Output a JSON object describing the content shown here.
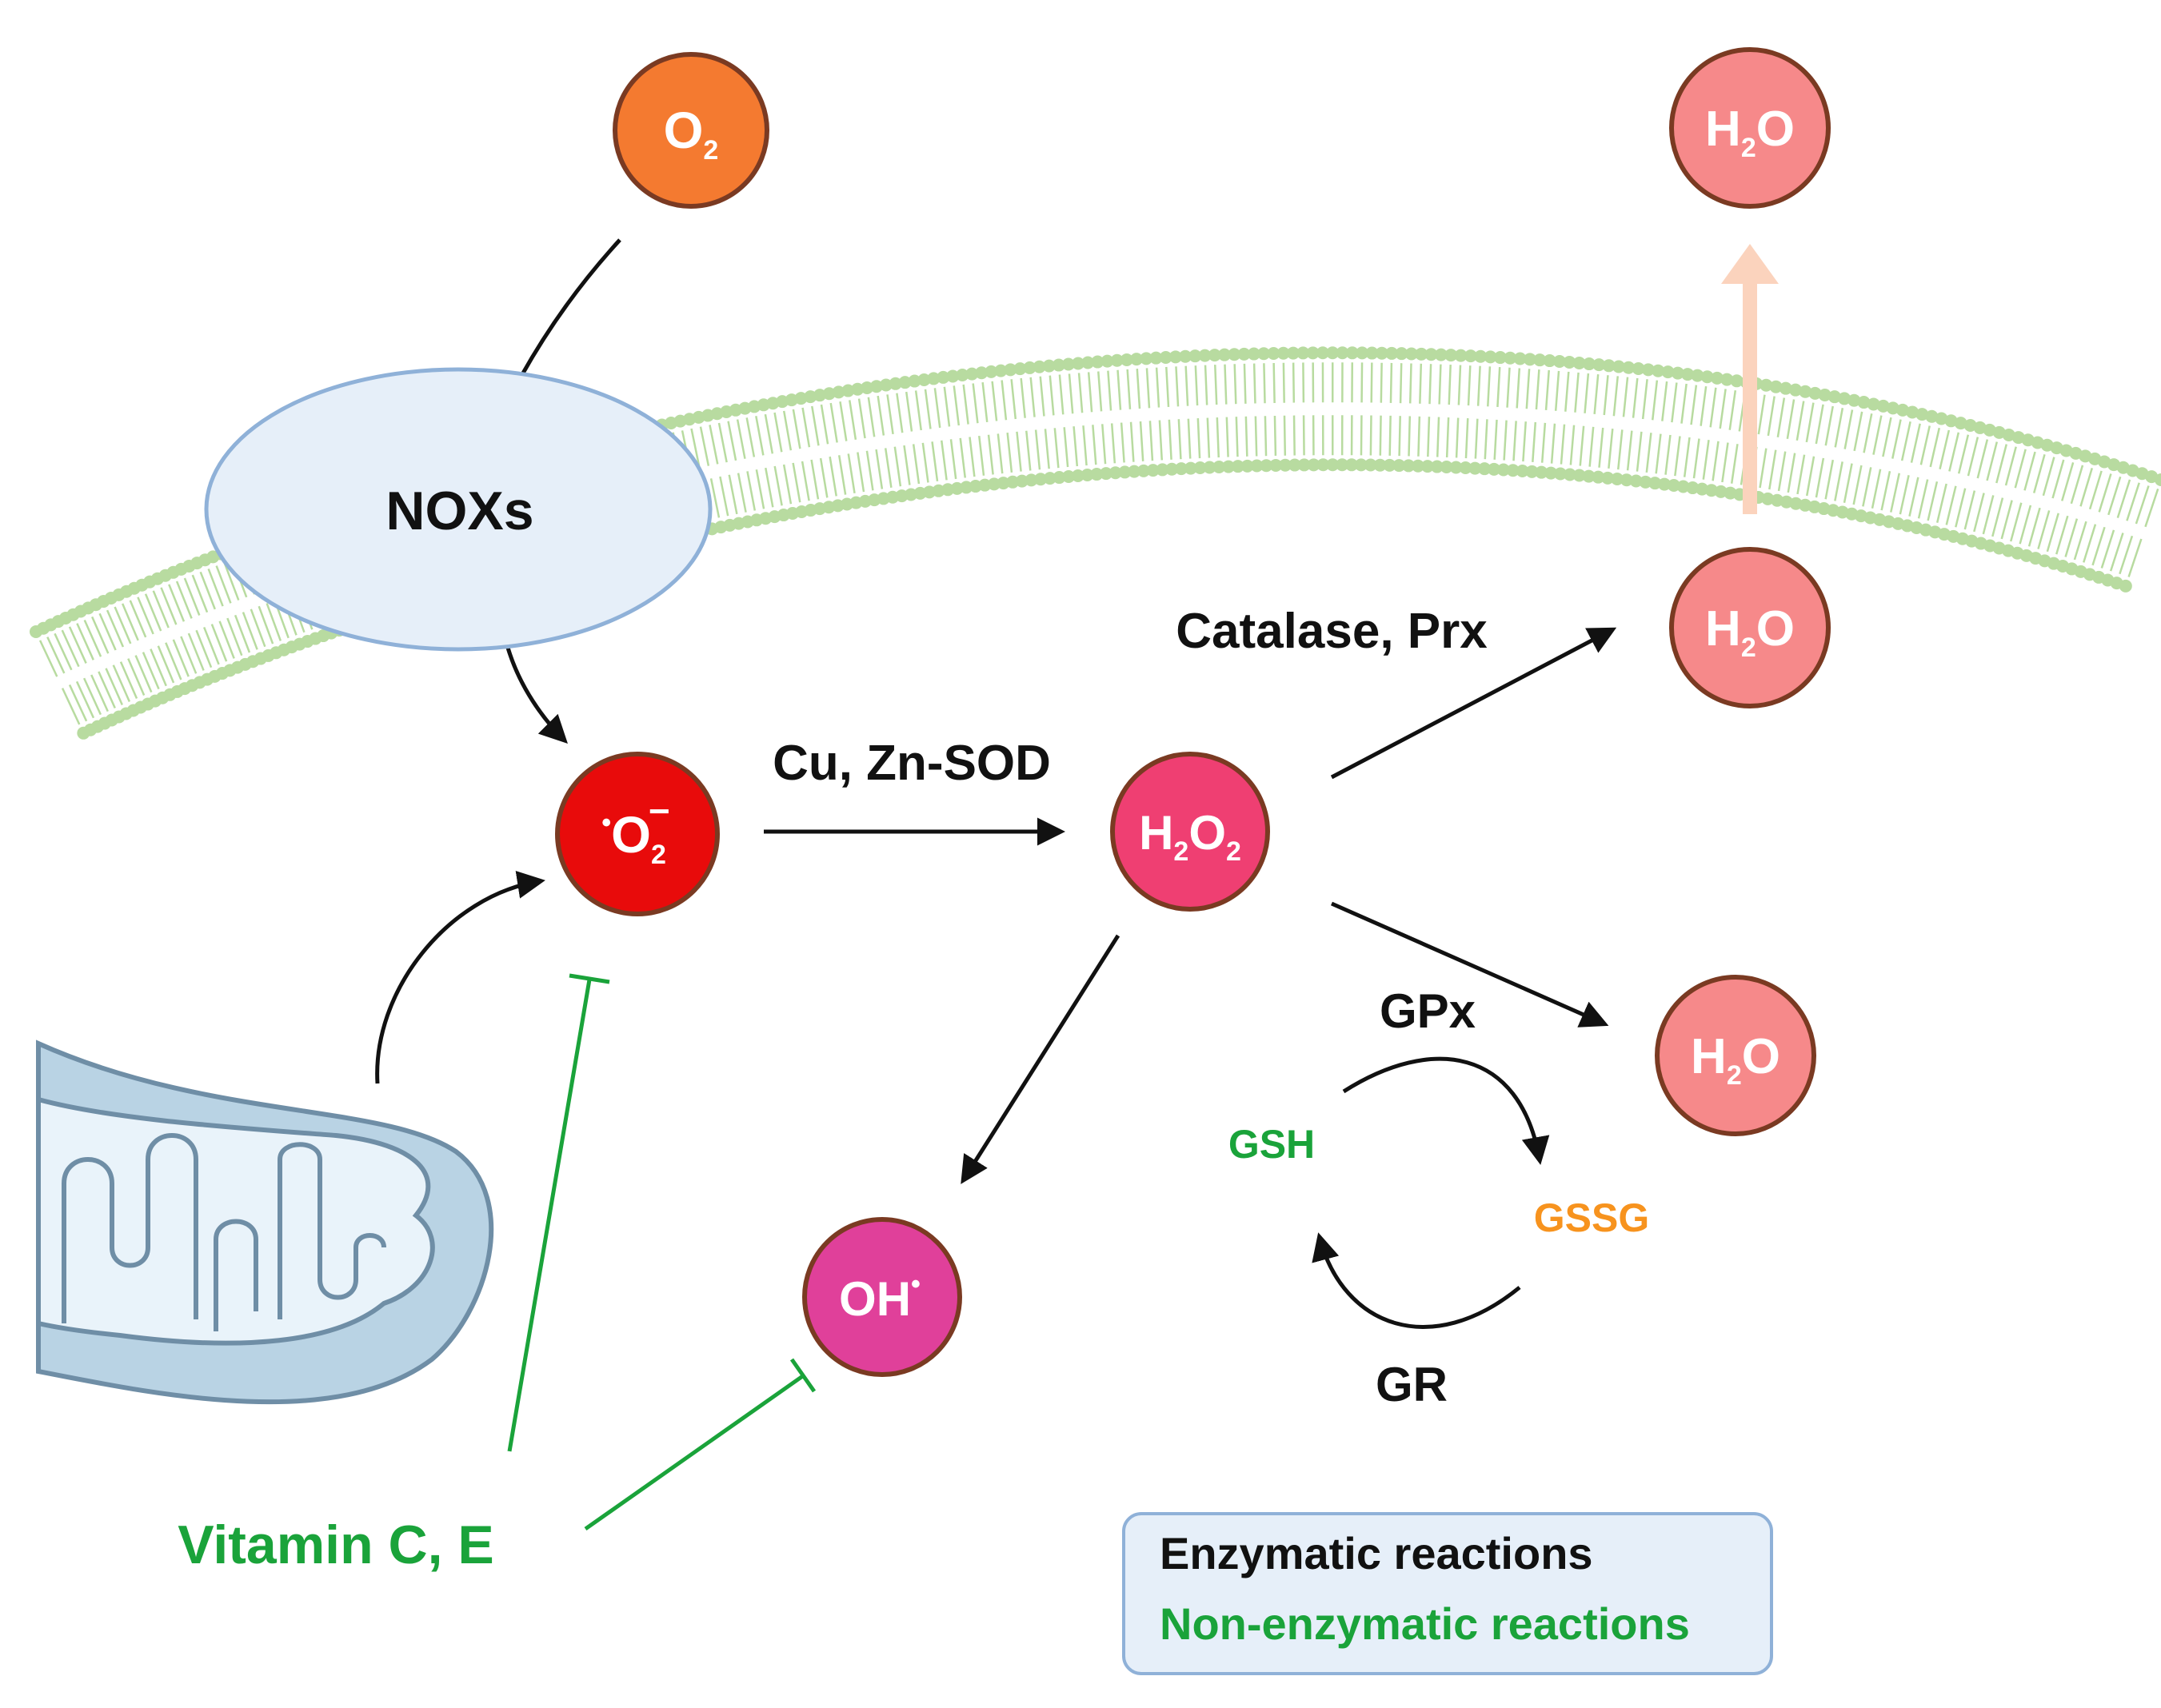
{
  "colors": {
    "enzymatic": "#111111",
    "non_enzymatic": "#1aa33a",
    "gssg": "#f7931e",
    "o2": "#f47a30",
    "superoxide": "#e80b0b",
    "h2o2": "#ef3f72",
    "h2o": "#f6898a",
    "hydroxyl": "#e0409a",
    "outline": "#7a3a22",
    "membrane": "#b8dba0",
    "nox_fill": "#e6eff9",
    "nox_stroke": "#8fb1d8",
    "mito_fill": "#b9d3e4",
    "mito_inner": "#e9f3fa",
    "mito_stroke": "#6f8ea6",
    "efflux_arrow": "#fbd3bd"
  },
  "molecules": {
    "o2": {
      "base": "O",
      "sub": "2"
    },
    "superoxide": {
      "dot": "•",
      "base": "O",
      "sub": "2",
      "sup": "−"
    },
    "h2o2": {
      "base1": "H",
      "sub1": "2",
      "base2": "O",
      "sub2": "2"
    },
    "h2o_outside": {
      "base1": "H",
      "sub": "2",
      "base2": "O"
    },
    "h2o_catalase": {
      "base1": "H",
      "sub": "2",
      "base2": "O"
    },
    "h2o_gpx": {
      "base1": "H",
      "sub": "2",
      "base2": "O"
    },
    "hydroxyl": {
      "base": "OH",
      "dot": "•"
    }
  },
  "labels": {
    "nox": "NOXs",
    "sod": "Cu, Zn-SOD",
    "catalase": "Catalase, Prx",
    "gpx": "GPx",
    "gr": "GR",
    "gsh": "GSH",
    "gssg": "GSSG",
    "vitamin": "Vitamin C, E"
  },
  "legend": {
    "enzymatic": "Enzymatic reactions",
    "non_enzymatic": "Non-enzymatic reactions"
  }
}
